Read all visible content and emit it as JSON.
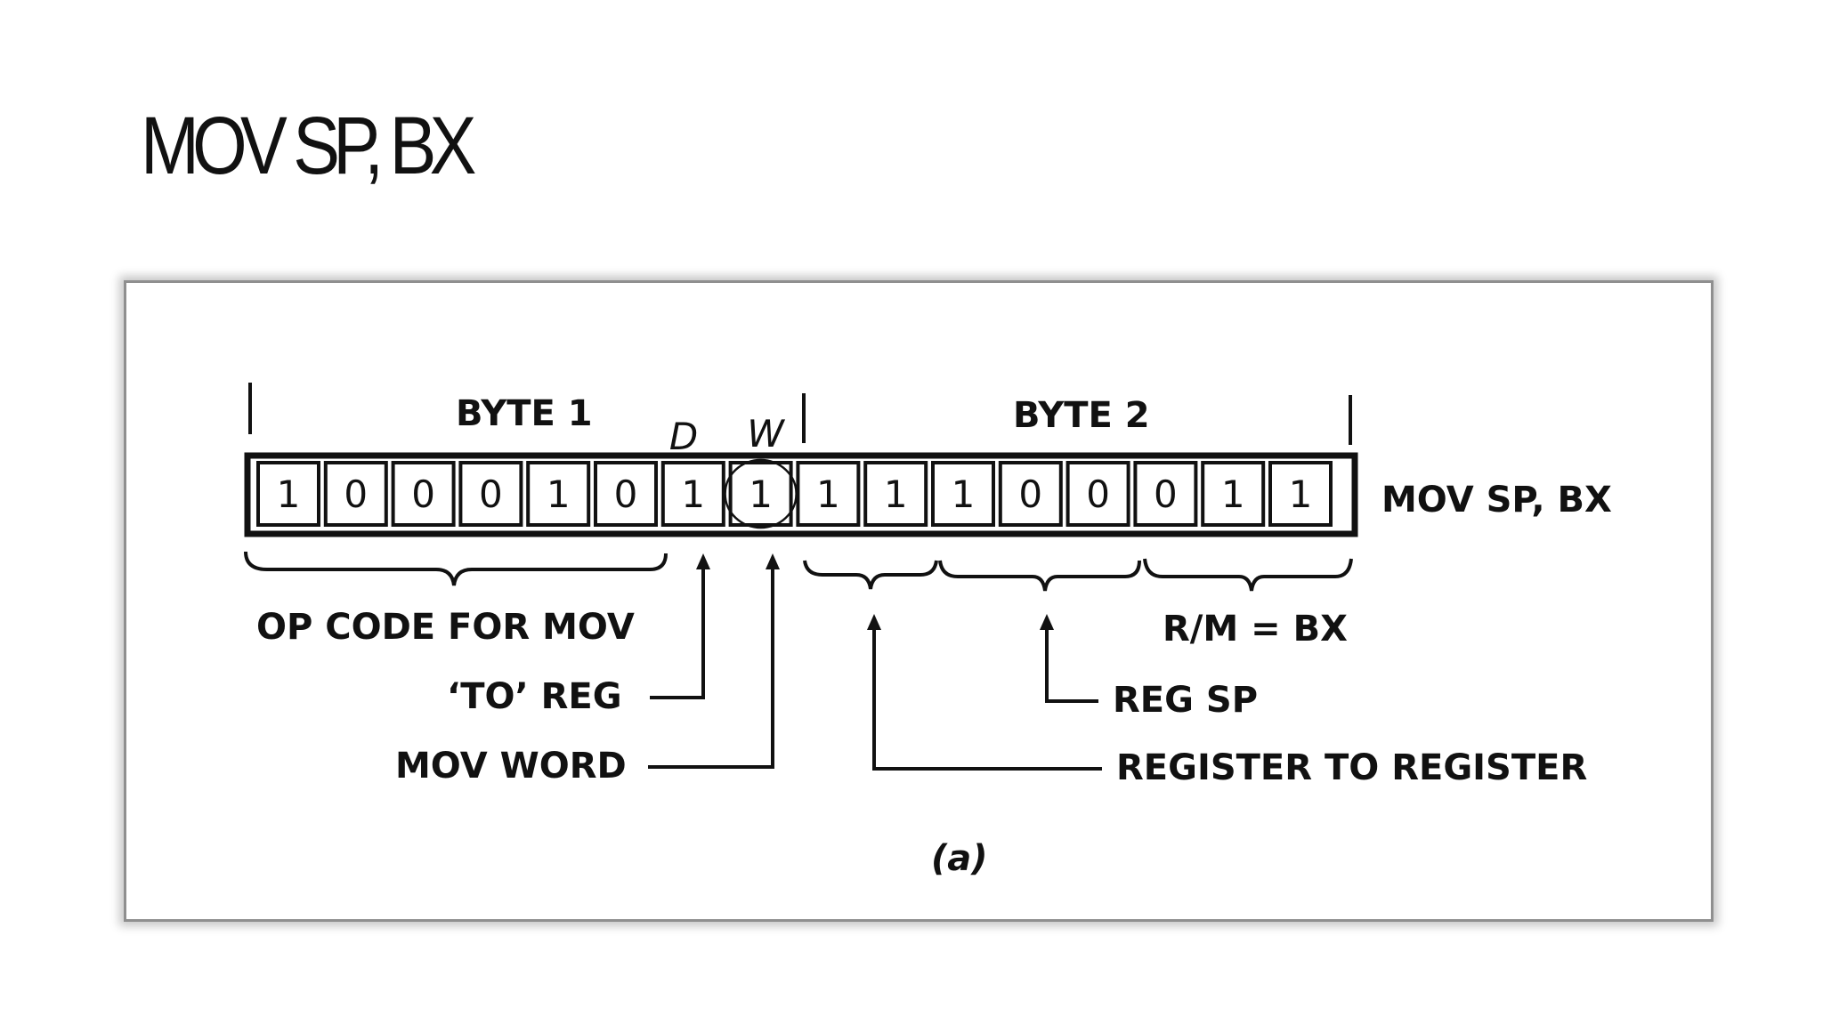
{
  "slide": {
    "title": "MOV SP, BX"
  },
  "figure": {
    "byte1_label": "BYTE 1",
    "byte2_label": "BYTE 2",
    "d_label": "D",
    "w_label": "W",
    "bits": [
      "1",
      "0",
      "0",
      "0",
      "1",
      "0",
      "1",
      "1",
      "1",
      "1",
      "1",
      "0",
      "0",
      "0",
      "1",
      "1"
    ],
    "instruction_label": "MOV SP, BX",
    "opcode_label": "OP CODE FOR MOV",
    "to_reg_label": "‘TO’ REG",
    "mov_word_label": "MOV WORD",
    "rm_label": "R/M = BX",
    "reg_sp_label": "REG SP",
    "reg_to_reg_label": "REGISTER TO REGISTER",
    "caption": "(a)"
  }
}
